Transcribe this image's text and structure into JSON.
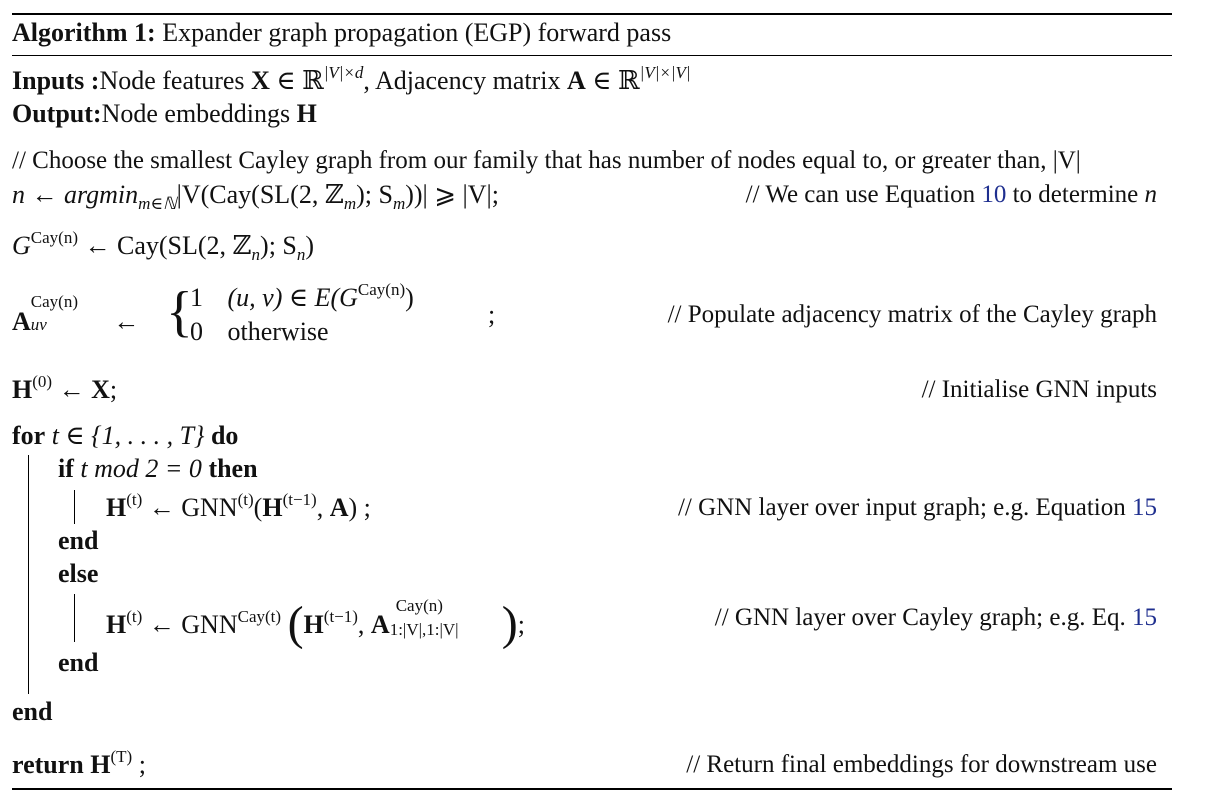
{
  "algorithm": {
    "label": "Algorithm 1:",
    "title": "Expander graph propagation (EGP) forward pass",
    "inputs_kw": "Inputs",
    "inputs_text_1": "Node features",
    "inputs_X": "X",
    "inputs_text_2": "∈ ℝ",
    "inputs_X_dim": "|V|×d",
    "inputs_text_3": ", Adjacency matrix",
    "inputs_A": "A",
    "inputs_text_4": "∈ ℝ",
    "inputs_A_dim": "|V|×|V|",
    "output_kw": "Output",
    "output_text": "Node embeddings",
    "output_H": "H",
    "comment_choose": "// Choose the smallest Cayley graph from our family that has number of nodes equal to, or greater than, |V|",
    "line_n": "n ← argmin",
    "line_n_sub": "m∈ℕ",
    "line_n_rest": "|V(Cay(SL(2, ℤ",
    "line_n_zsub": "m",
    "line_n_rest2": "); S",
    "line_n_ssub": "m",
    "line_n_rest3": "))| ⩾ |V|;",
    "comment_eq": "// We can use Equation",
    "comment_eq_ref": "10",
    "comment_eq_tail": "to determine",
    "comment_eq_n": "n",
    "line_G_lhs": "G",
    "line_G_sup": "Cay(n)",
    "line_G_rhs": "← Cay(SL(2, ℤ",
    "line_G_zsub": "n",
    "line_G_rhs2": "); S",
    "line_G_ssub": "n",
    "line_G_rhs3": ")",
    "line_A_lhs": "A",
    "line_A_sup": "Cay(n)",
    "line_A_sub": "uv",
    "line_A_arrow": "←",
    "case1_val": "1",
    "case1_cond": "(u, v) ∈ E(G",
    "case1_sup": "Cay(n)",
    "case1_close": ")",
    "case2_val": "0",
    "case2_cond": "otherwise",
    "line_A_semicolon": ";",
    "comment_populate": "// Populate adjacency matrix of the Cayley graph",
    "line_H0_lhs": "H",
    "line_H0_sup": "(0)",
    "line_H0_rhs": "← ",
    "line_H0_X": "X",
    "line_H0_semi": ";",
    "comment_init": "// Initialise GNN inputs",
    "for_kw": "for",
    "for_cond": "t ∈ {1, . . . , T}",
    "do_kw": "do",
    "if_kw": "if",
    "if_cond": "t  mod 2 = 0",
    "then_kw": "then",
    "gnn1_H": "H",
    "gnn1_sup": "(t)",
    "gnn1_arrow": "← GNN",
    "gnn1_gsup": "(t)",
    "gnn1_open": "(",
    "gnn1_Hin": "H",
    "gnn1_Hin_sup": "(t−1)",
    "gnn1_comma": ", ",
    "gnn1_A": "A",
    "gnn1_close": ") ;",
    "comment_gnn1": "// GNN layer over input graph; e.g. Equation",
    "comment_gnn1_ref": "15",
    "end_kw": "end",
    "else_kw": "else",
    "gnn2_H": "H",
    "gnn2_sup": "(t)",
    "gnn2_arrow": "← GNN",
    "gnn2_gsup": "Cay(t)",
    "gnn2_Hin": "H",
    "gnn2_Hin_sup": "(t−1)",
    "gnn2_comma": ", ",
    "gnn2_A": "A",
    "gnn2_A_sup": "Cay(n)",
    "gnn2_A_sub": "1:|V|,1:|V|",
    "gnn2_semi": ";",
    "comment_gnn2": "// GNN layer over Cayley graph; e.g. Eq.",
    "comment_gnn2_ref": "15",
    "return_kw": "return",
    "return_H": "H",
    "return_sup": "(T)",
    "return_semi": " ;",
    "comment_return": "// Return final embeddings for downstream use"
  }
}
